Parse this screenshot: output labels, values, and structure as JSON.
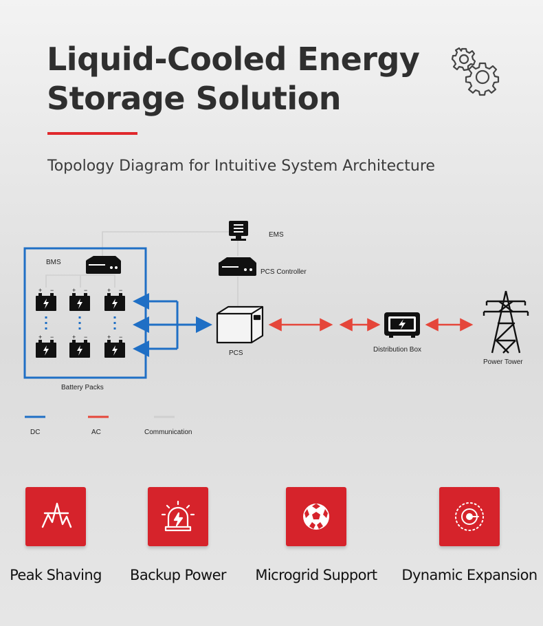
{
  "header": {
    "title_line1": "Liquid-Cooled Energy",
    "title_line2": "Storage Solution",
    "subtitle": "Topology Diagram for Intuitive System Architecture",
    "icon": "gears-icon",
    "accent_color": "#e0282c"
  },
  "diagram": {
    "nodes": {
      "ems": "EMS",
      "bms": "BMS",
      "pcs_controller": "PCS Controller",
      "pcs": "PCS",
      "distribution_box": "Distribution Box",
      "power_tower": "Power Tower",
      "battery_packs": "Battery Packs"
    },
    "legend": [
      {
        "label": "DC",
        "color": "#1f6fc5"
      },
      {
        "label": "AC",
        "color": "#e5463a"
      },
      {
        "label": "Communication",
        "color": "#cfcfcf"
      }
    ]
  },
  "features": [
    {
      "label": "Peak Shaving",
      "icon": "peak-shaving-icon"
    },
    {
      "label": "Backup Power",
      "icon": "alarm-lightning-icon"
    },
    {
      "label": "Microgrid Support",
      "icon": "microgrid-ball-icon"
    },
    {
      "label": "Dynamic Expansion",
      "icon": "expansion-target-icon"
    }
  ]
}
